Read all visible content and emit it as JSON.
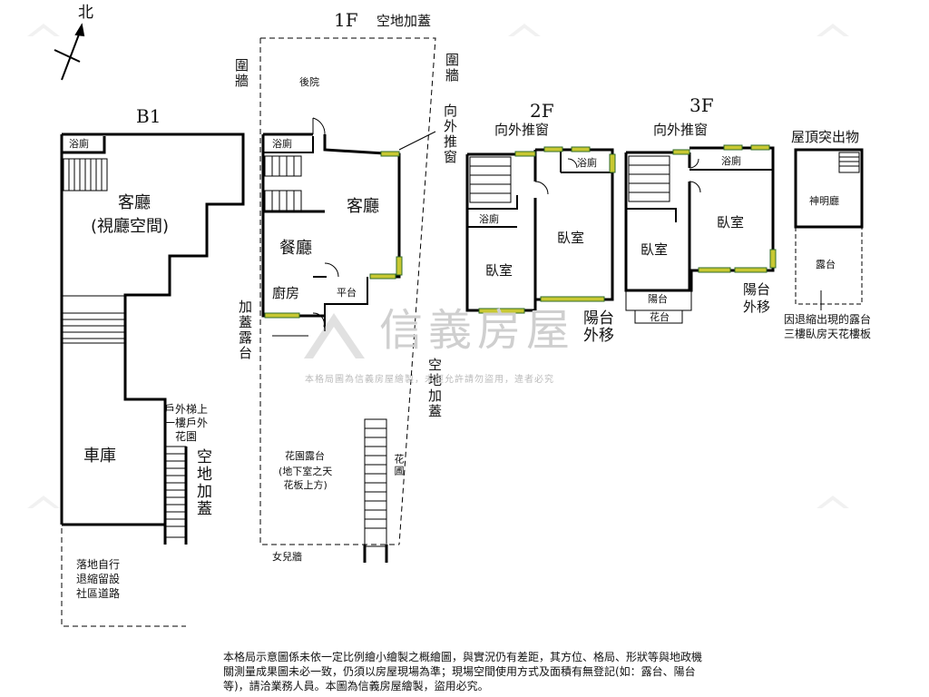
{
  "north": "北",
  "levels": {
    "b1": "B1",
    "f1": "1F",
    "f2": "2F",
    "f3": "3F",
    "roof": "屋頂突出物"
  },
  "b1": {
    "bath": "浴廁",
    "living": "客廳",
    "living_sub": "(視廳空間)",
    "garage": "車庫",
    "stair_note": [
      "戶外梯上",
      "一樓戶外",
      "花園"
    ],
    "addition": "空地加蓋",
    "road_note": [
      "落地自行",
      "退縮留設",
      "社區道路"
    ]
  },
  "f1": {
    "top_addition": "空地加蓋",
    "wall_left": "圍牆",
    "wall_right": "圍牆",
    "backyard": "後院",
    "push_window": "向外推窗",
    "bath": "浴廁",
    "living": "客廳",
    "dining": "餐廳",
    "kitchen": "廚房",
    "platform": "平台",
    "covered_terrace": "加蓋露台",
    "right_addition": "空地加蓋",
    "garden_terrace": "花園露台",
    "garden_terrace_sub": [
      "(地下室之天",
      "花板上方)"
    ],
    "flower_bed": "花圃",
    "parapet": "女兒牆"
  },
  "f2": {
    "push_window": "向外推窗",
    "bath1": "浴廁",
    "bath2": "浴廁",
    "bedroom1": "臥室",
    "bedroom2": "臥室",
    "balcony_note": "陽台外移"
  },
  "f3": {
    "push_window": "向外推窗",
    "bath": "浴廁",
    "bedroom1": "臥室",
    "bedroom2": "臥室",
    "balcony": "陽台",
    "flower_stand": "花台",
    "balcony_note": "陽台外移"
  },
  "roof": {
    "shrine": "神明廳",
    "terrace": "露台",
    "note": [
      "因退縮出現的露台",
      "三樓臥房天花樓板"
    ]
  },
  "watermark": {
    "brand": "信義房屋",
    "notice": "本格局圖為信義房屋繪製，未經允許請勿盜用，違者必究"
  },
  "disclaimer": "本格局示意圖係未依一定比例繪小繪製之概繪圖，與實況仍有差距，其方位、格局、形狀等與地政機關測量成果圖未必一致，仍須以房屋現場為準；現場空間使用方式及面積有無登記(如：露台、陽台等)，請洽業務人員。本圖為信義房屋繪製，盜用必究。",
  "colors": {
    "wall": "#000000",
    "window": "#c8c832",
    "window_edge": "#2f6b2a",
    "watermark": "#cfcfcf"
  }
}
